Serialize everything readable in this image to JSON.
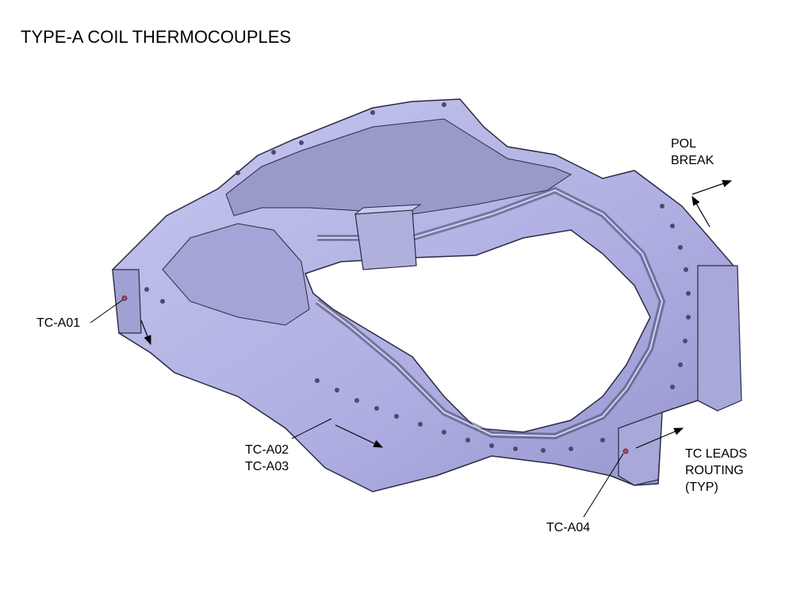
{
  "title": "TYPE-A COIL THERMOCOUPLES",
  "labels": {
    "tc_a01": "TC-A01",
    "tc_a02": "TC-A02",
    "tc_a03": "TC-A03",
    "tc_a04": "TC-A04",
    "pol_break_line1": "POL",
    "pol_break_line2": "BREAK",
    "tc_leads_line1": "TC LEADS",
    "tc_leads_line2": "ROUTING",
    "tc_leads_line3": "(TYP)"
  },
  "colors": {
    "coil_body": "#b4b4e6",
    "coil_shadow": "#8a8ac4",
    "coil_dark": "#5a5a8a",
    "inner_plate": "#a0a0d4",
    "edge": "#2a2a44",
    "annotation": "#000000"
  }
}
